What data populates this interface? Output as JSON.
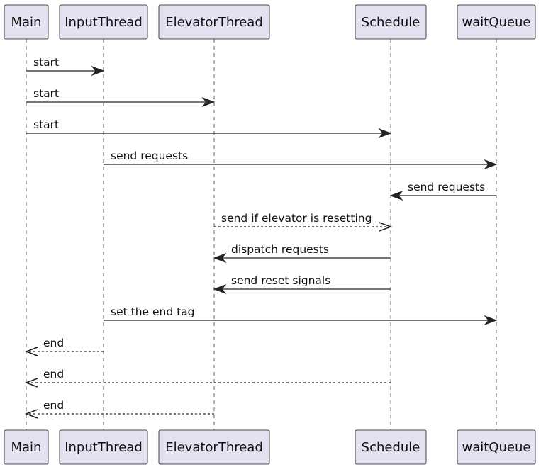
{
  "participants": [
    {
      "id": "main",
      "label": "Main"
    },
    {
      "id": "input",
      "label": "InputThread"
    },
    {
      "id": "elevator",
      "label": "ElevatorThread"
    },
    {
      "id": "schedule",
      "label": "Schedule"
    },
    {
      "id": "wait",
      "label": "waitQueue"
    }
  ],
  "messages": [
    {
      "from": "main",
      "to": "input",
      "label": "start",
      "style": "solid"
    },
    {
      "from": "main",
      "to": "elevator",
      "label": "start",
      "style": "solid"
    },
    {
      "from": "main",
      "to": "schedule",
      "label": "start",
      "style": "solid"
    },
    {
      "from": "input",
      "to": "wait",
      "label": "send requests",
      "style": "solid"
    },
    {
      "from": "wait",
      "to": "schedule",
      "label": "send requests",
      "style": "solid"
    },
    {
      "from": "elevator",
      "to": "schedule",
      "label": "send if elevator is resetting",
      "style": "dashed"
    },
    {
      "from": "schedule",
      "to": "elevator",
      "label": "dispatch requests",
      "style": "solid"
    },
    {
      "from": "schedule",
      "to": "elevator",
      "label": "send reset signals",
      "style": "solid"
    },
    {
      "from": "input",
      "to": "wait",
      "label": "set the end tag",
      "style": "solid"
    },
    {
      "from": "input",
      "to": "main",
      "label": "end",
      "style": "dashed"
    },
    {
      "from": "schedule",
      "to": "main",
      "label": "end",
      "style": "dashed"
    },
    {
      "from": "elevator",
      "to": "main",
      "label": "end",
      "style": "dashed"
    }
  ]
}
